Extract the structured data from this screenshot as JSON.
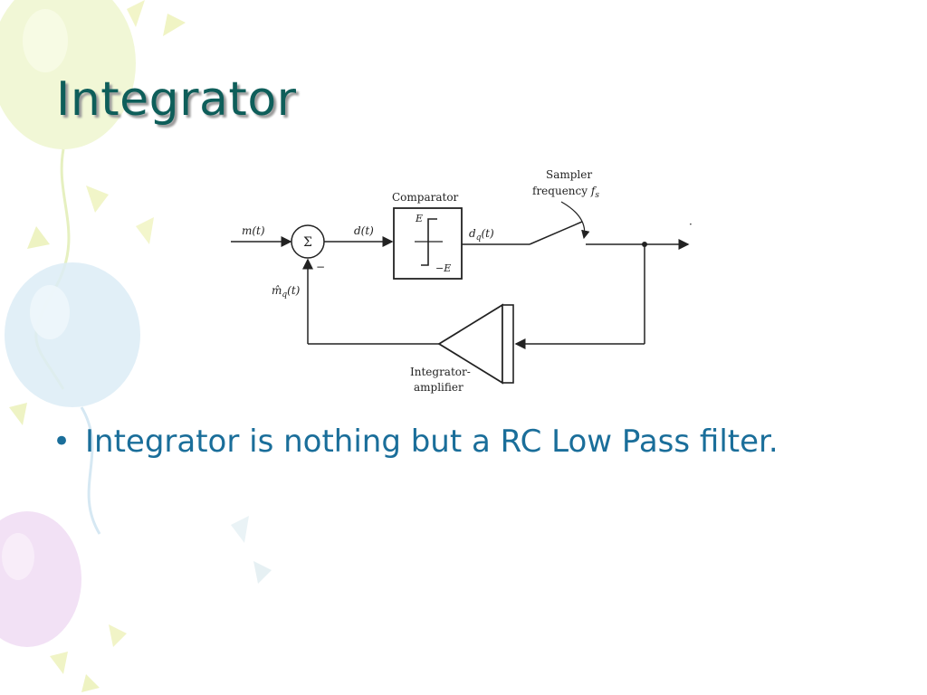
{
  "slide": {
    "title": "Integrator",
    "bullets": [
      {
        "marker": "•",
        "text": "Integrator is nothing but a RC Low Pass filter."
      }
    ]
  },
  "diagram": {
    "labels": {
      "input": "m(t)",
      "summer_symbol": "Σ",
      "minus_sign": "−",
      "error": "d(t)",
      "comparator": "Comparator",
      "comparator_high": "E",
      "comparator_low": "−E",
      "quantized": "d",
      "quantized_sub": "q",
      "quantized_arg": "(t)",
      "sampler_line1": "Sampler",
      "sampler_line2": "frequency",
      "sampler_f": "f",
      "sampler_sub": "s",
      "feedback": "m̂",
      "feedback_sub": "q",
      "feedback_arg": "(t)",
      "integrator_line1": "Integrator-",
      "integrator_line2": "amplifier"
    }
  },
  "colors": {
    "title": "#0e5e5a",
    "bullet": "#1a6e9a",
    "diagram_ink": "#222222"
  }
}
